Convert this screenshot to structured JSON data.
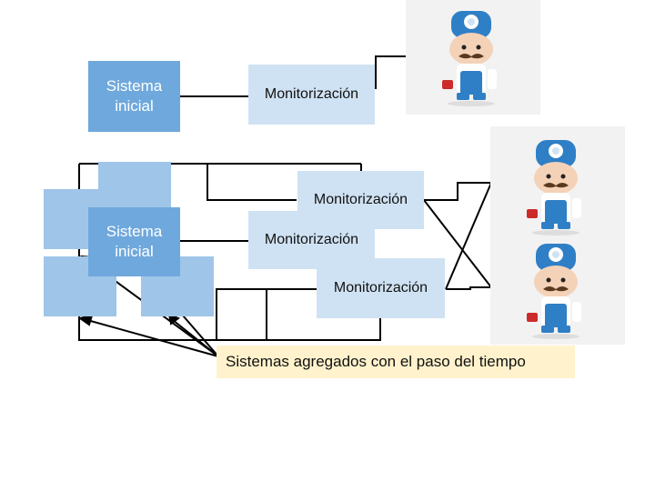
{
  "top": {
    "system_label": "Sistema\ninicial",
    "monitor_label": "Monitorización"
  },
  "bottom": {
    "system_label": "Sistema\ninicial",
    "monitors": [
      "Monitorización",
      "Monitorización",
      "Monitorización"
    ]
  },
  "note": "Sistemas agregados con el paso del tiempo",
  "colors": {
    "system": "#6fa8dc",
    "added_system": "#9fc5e8",
    "monitor": "#cfe2f3",
    "note": "#fff2cc",
    "mechanic_cap": "#2f7fc6"
  },
  "icons": [
    "mechanic-icon",
    "mechanic-icon",
    "mechanic-icon"
  ]
}
